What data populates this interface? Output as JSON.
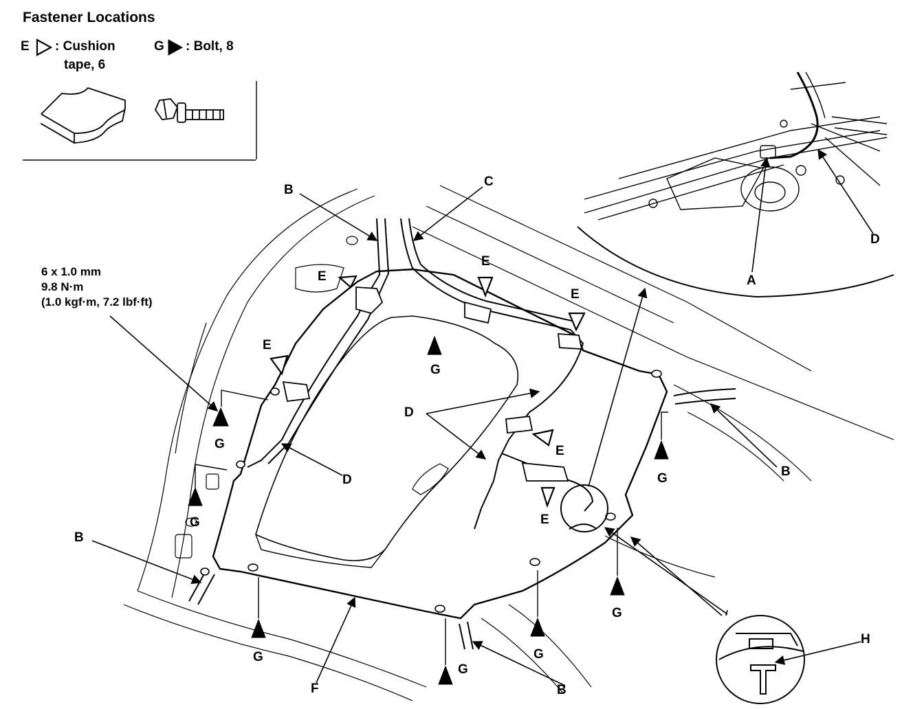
{
  "title": "Fastener Locations",
  "legend": {
    "e_letter": "E",
    "e_text_line1": ": Cushion",
    "e_text_line2": "tape, 6",
    "g_letter": "G",
    "g_text": ": Bolt, 8",
    "e_icon": "hollow-triangle-icon",
    "g_icon": "filled-triangle-icon"
  },
  "spec": {
    "line1": "6 x 1.0 mm",
    "line2": "9.8 N·m",
    "line3": "(1.0 kgf·m, 7.2 lbf·ft)"
  },
  "callouts": {
    "a": "A",
    "b": "B",
    "c": "C",
    "d": "D",
    "e": "E",
    "f": "F",
    "g": "G",
    "h": "H"
  }
}
